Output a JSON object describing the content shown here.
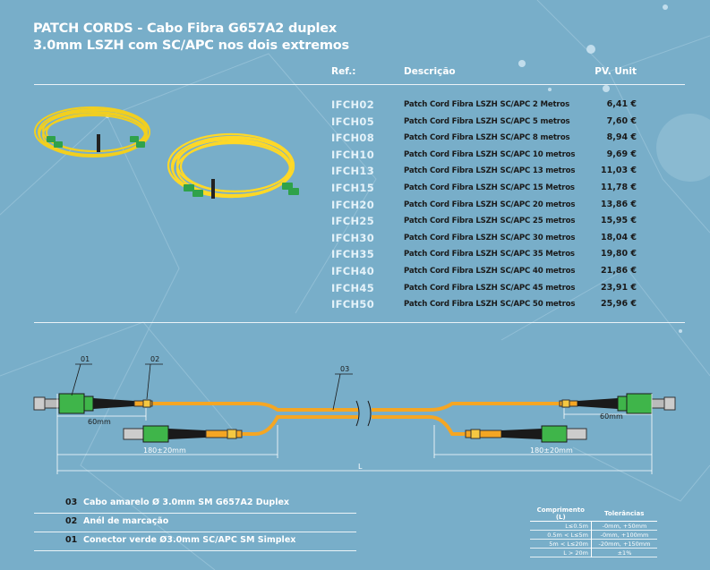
{
  "title": {
    "line1": "PATCH CORDS - Cabo Fibra G657A2 duplex",
    "line2": "3.0mm LSZH com SC/APC nos dois extremos"
  },
  "table": {
    "headers": {
      "ref": "Ref.:",
      "desc": "Descrição",
      "price": "PV. Unit"
    },
    "rows": [
      {
        "ref": "IFCH02",
        "desc": "Patch Cord Fibra LSZH SC/APC 2 Metros",
        "price": "6,41 €"
      },
      {
        "ref": "IFCH05",
        "desc": "Patch Cord Fibra LSZH SC/APC 5 metros",
        "price": "7,60 €"
      },
      {
        "ref": "IFCH08",
        "desc": "Patch Cord Fibra LSZH SC/APC 8 metros",
        "price": "8,94 €"
      },
      {
        "ref": "IFCH10",
        "desc": "Patch Cord Fibra LSZH SC/APC 10 metros",
        "price": "9,69 €"
      },
      {
        "ref": "IFCH13",
        "desc": "Patch Cord Fibra LSZH SC/APC 13 metros",
        "price": "11,03 €"
      },
      {
        "ref": "IFCH15",
        "desc": "Patch Cord Fibra LSZH SC/APC 15 Metros",
        "price": "11,78 €"
      },
      {
        "ref": "IFCH20",
        "desc": "Patch Cord Fibra LSZH SC/APC 20 metros",
        "price": "13,86 €"
      },
      {
        "ref": "IFCH25",
        "desc": "Patch Cord Fibra LSZH SC/APC 25 metros",
        "price": "15,95 €"
      },
      {
        "ref": "IFCH30",
        "desc": "Patch Cord Fibra LSZH SC/APC 30 metros",
        "price": "18,04 €"
      },
      {
        "ref": "IFCH35",
        "desc": "Patch Cord Fibra LSZH SC/APC 35 Metros",
        "price": "19,80 €"
      },
      {
        "ref": "IFCH40",
        "desc": "Patch Cord Fibra LSZH SC/APC 40 metros",
        "price": "21,86 €"
      },
      {
        "ref": "IFCH45",
        "desc": "Patch Cord Fibra LSZH SC/APC 45 metros",
        "price": "23,91 €"
      },
      {
        "ref": "IFCH50",
        "desc": "Patch Cord Fibra LSZH SC/APC 50 metros",
        "price": "25,96 €"
      }
    ]
  },
  "diagram": {
    "callouts": {
      "c01": "01",
      "c02": "02",
      "c03": "03"
    },
    "dims": {
      "left_60": "60mm",
      "right_60": "60mm",
      "left_180": "180±20mm",
      "right_180": "180±20mm",
      "total": "L"
    },
    "colors": {
      "cable": "#f5a623",
      "connector_green": "#3fb54a",
      "boot_black": "#1a1a1a"
    }
  },
  "legend": [
    {
      "num": "03",
      "text": "Cabo amarelo Ø 3.0mm SM G657A2 Duplex"
    },
    {
      "num": "02",
      "text": "Anél de marcação"
    },
    {
      "num": "01",
      "text": "Conector verde Ø3.0mm SC/APC SM Simplex"
    }
  ],
  "tolerances": {
    "headers": {
      "length": "Comprimento (L)",
      "tol": "Tolerâncias"
    },
    "rows": [
      {
        "length": "L≤0.5m",
        "tol": "-0mm, +50mm"
      },
      {
        "length": "0.5m < L≤5m",
        "tol": "-0mm, +100mm"
      },
      {
        "length": "5m < L≤20m",
        "tol": "-20mm, +150mm"
      },
      {
        "length": "L > 20m",
        "tol": "±1%"
      }
    ]
  }
}
